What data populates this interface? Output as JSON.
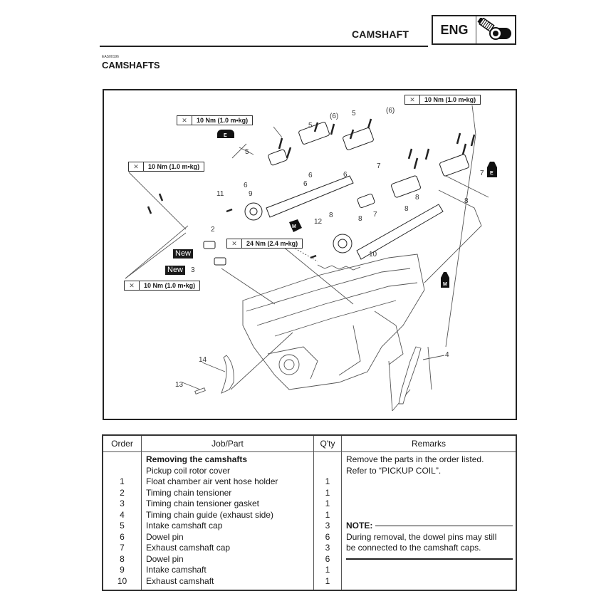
{
  "header": {
    "chapter_title": "CAMSHAFT",
    "chapter_code": "ENG",
    "chapter_icon": "engine-icon"
  },
  "section": {
    "code": "EAS00196",
    "title": "CAMSHAFTS"
  },
  "diagram": {
    "torque_specs": [
      {
        "id": "t1",
        "icon": "torque-wrench-icon",
        "value": "10 Nm (1.0 m•kg)"
      },
      {
        "id": "t2",
        "icon": "torque-wrench-icon",
        "value": "10 Nm (1.0 m•kg)"
      },
      {
        "id": "t3",
        "icon": "torque-wrench-icon",
        "value": "10 Nm (1.0 m•kg)"
      },
      {
        "id": "t4",
        "icon": "torque-wrench-icon",
        "value": "24 Nm (2.4 m•kg)"
      },
      {
        "id": "t5",
        "icon": "torque-wrench-icon",
        "value": "10 Nm (1.0 m•kg)"
      }
    ],
    "new_tags": [
      "New",
      "New"
    ],
    "lubricant_symbols": [
      "E",
      "E",
      "M",
      "M"
    ],
    "callouts": [
      "(6)",
      "5",
      "(6)",
      "5",
      "5",
      "6",
      "6",
      "6",
      "6",
      "7",
      "7",
      "7",
      "8",
      "8",
      "8",
      "8",
      "8",
      "11",
      "9",
      "2",
      "3",
      "12",
      "10",
      "4",
      "14",
      "13"
    ]
  },
  "table": {
    "headers": {
      "order": "Order",
      "job": "Job/Part",
      "qty": "Q'ty",
      "remarks": "Remarks"
    },
    "rows": [
      {
        "order": "",
        "job": "Removing the camshafts",
        "qty": "",
        "bold": true
      },
      {
        "order": "",
        "job": "Pickup coil rotor cover",
        "qty": ""
      },
      {
        "order": "1",
        "job": "Float chamber air vent hose holder",
        "qty": "1"
      },
      {
        "order": "2",
        "job": "Timing chain tensioner",
        "qty": "1"
      },
      {
        "order": "3",
        "job": "Timing chain tensioner gasket",
        "qty": "1"
      },
      {
        "order": "4",
        "job": "Timing chain guide (exhaust side)",
        "qty": "1"
      },
      {
        "order": "5",
        "job": "Intake camshaft cap",
        "qty": "3"
      },
      {
        "order": "6",
        "job": "Dowel pin",
        "qty": "6"
      },
      {
        "order": "7",
        "job": "Exhaust camshaft cap",
        "qty": "3"
      },
      {
        "order": "8",
        "job": "Dowel pin",
        "qty": "6"
      },
      {
        "order": "9",
        "job": "Intake camshaft",
        "qty": "1"
      },
      {
        "order": "10",
        "job": "Exhaust camshaft",
        "qty": "1"
      }
    ],
    "remarks": {
      "intro": [
        "Remove the parts in the order listed.",
        "Refer to “PICKUP COIL”."
      ],
      "note_label": "NOTE:",
      "note_text": [
        "During removal, the dowel pins may still",
        "be connected to the camshaft caps."
      ]
    }
  }
}
